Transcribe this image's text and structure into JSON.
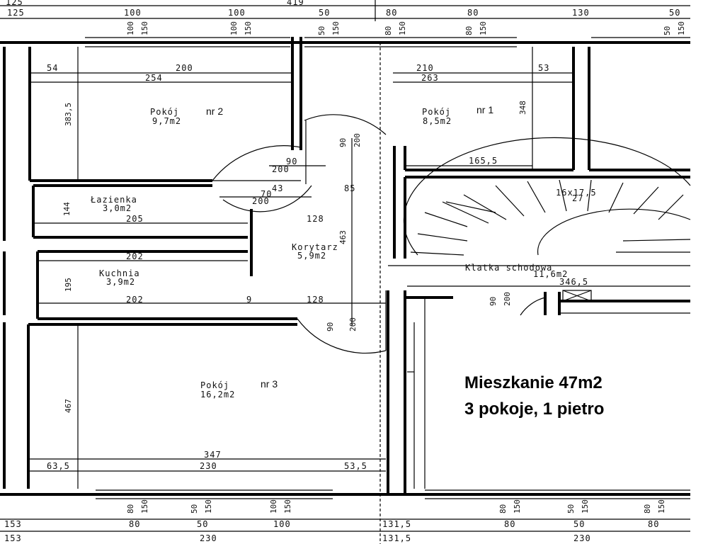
{
  "info": {
    "line1": "Mieszkanie 47m2",
    "line2": "3 pokoje, 1 pietro"
  },
  "rooms": {
    "room2": {
      "name": "Pokój",
      "nr": "nr 2",
      "area": "9,7m2"
    },
    "room1": {
      "name": "Pokój",
      "nr": "nr 1",
      "area": "8,5m2"
    },
    "bathroom": {
      "name": "Łazienka",
      "area": "3,0m2"
    },
    "corridor": {
      "name": "Korytarz",
      "area": "5,9m2"
    },
    "kitchen": {
      "name": "Kuchnia",
      "area": "3,9m2"
    },
    "stairwell": {
      "name": "Klatka schodowa",
      "area": "11,6m2"
    },
    "room3": {
      "name": "Pokój",
      "nr": "nr 3",
      "area": "16,2m2"
    }
  },
  "dimensions": {
    "top_row": [
      "125",
      "125",
      "100",
      "100",
      "419",
      "50",
      "80",
      "80",
      "130",
      "50"
    ],
    "top_windows": [
      "100",
      "150",
      "100",
      "150",
      "50",
      "150",
      "80",
      "150",
      "80",
      "150",
      "50",
      "150"
    ],
    "room2": [
      "54",
      "200",
      "254",
      "383,5"
    ],
    "room1": [
      "210",
      "53",
      "263",
      "348",
      "165,5"
    ],
    "doors_mid": [
      "90",
      "200",
      "90",
      "200",
      "43",
      "85",
      "70",
      "200"
    ],
    "bathroom": [
      "144",
      "205",
      "128"
    ],
    "corridor": [
      "463"
    ],
    "stairs": [
      "16x17,5",
      "27",
      "346,5",
      "90",
      "200"
    ],
    "kitchen": [
      "202",
      "195",
      "202",
      "9",
      "128"
    ],
    "door_low": [
      "90",
      "200"
    ],
    "room3": [
      "467",
      "347",
      "63,5",
      "230",
      "53,5"
    ],
    "bottom_windows": [
      "80",
      "150",
      "50",
      "150",
      "100",
      "150",
      "80",
      "150",
      "50",
      "150",
      "80",
      "150"
    ],
    "bottom_row": [
      "153",
      "80",
      "50",
      "100",
      "131,5",
      "80",
      "50",
      "80"
    ],
    "bottom_row2": [
      "153",
      "230",
      "131,5",
      "230"
    ]
  }
}
